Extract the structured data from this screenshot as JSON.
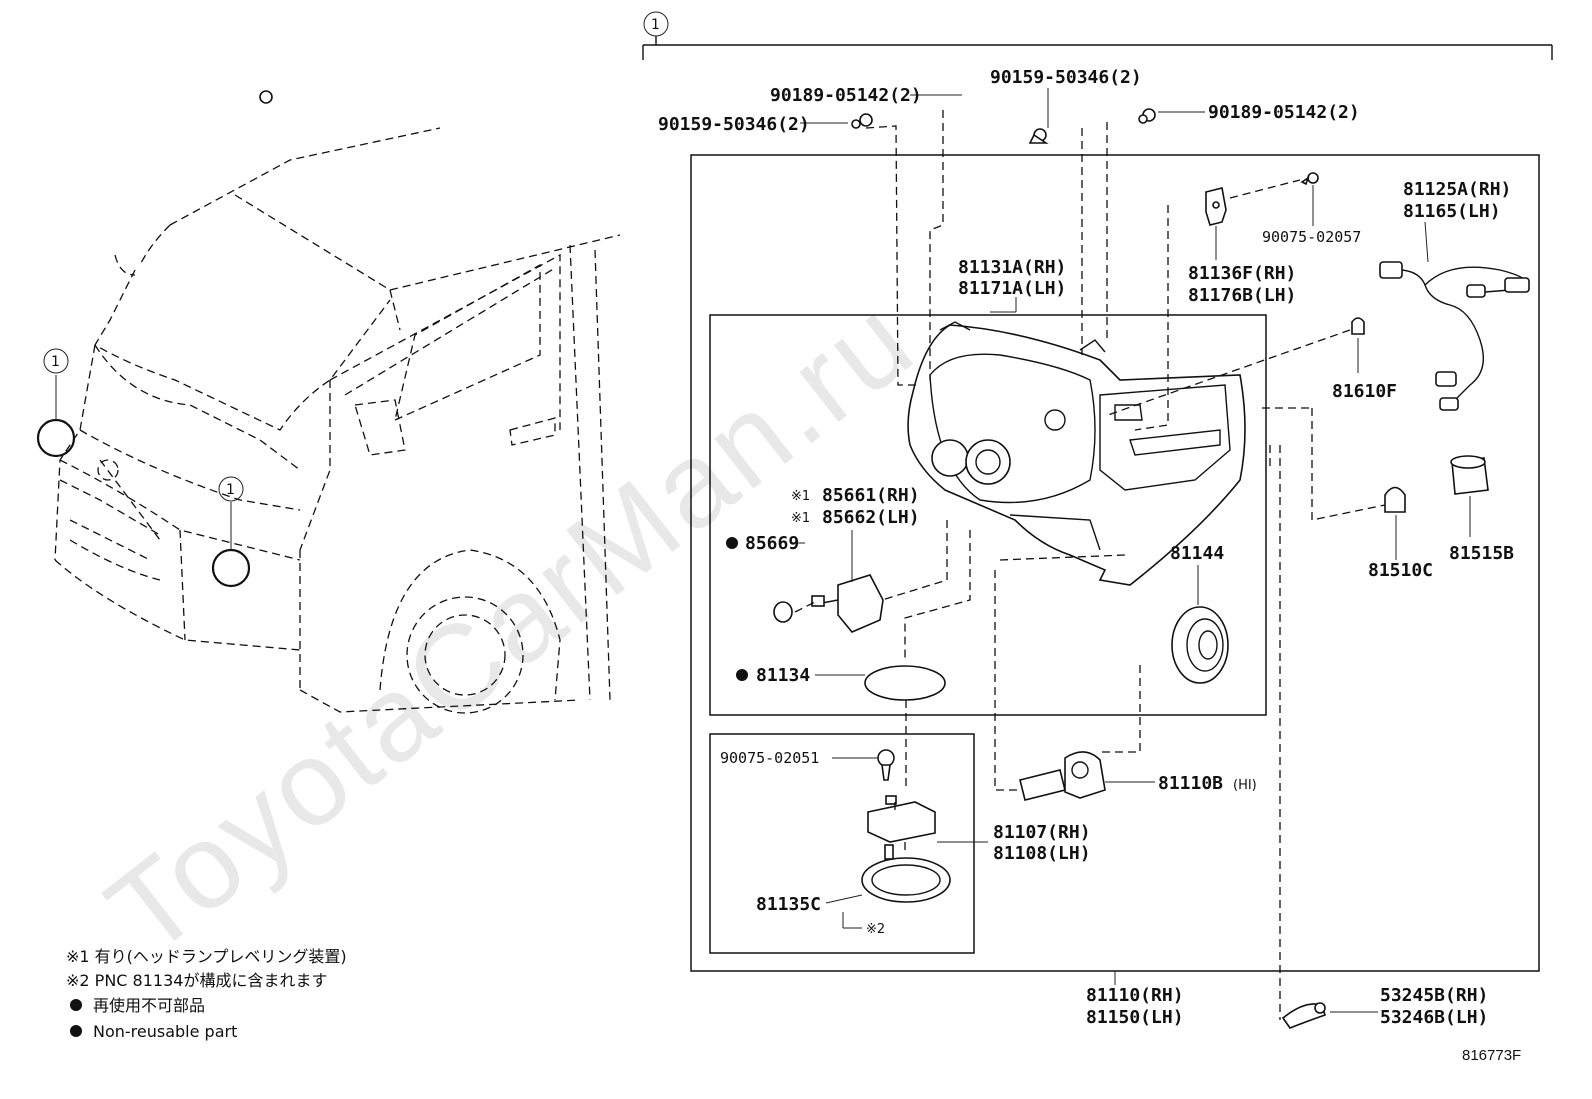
{
  "watermark": "ToyotaCarMan.ru",
  "vehicle": {
    "callout_top": "1",
    "callout_low": "1"
  },
  "header": {
    "callout": "1"
  },
  "parts": {
    "p90189_top": "90189-05142(2)",
    "p90159_left": "90159-50346(2)",
    "p90159_mid": "90159-50346(2)",
    "p90189_right": "90189-05142(2)",
    "p90075_02057": "90075-02057",
    "p81125A": "81125A(RH)",
    "p81165": "81165(LH)",
    "p81131A": "81131A(RH)",
    "p81171A": "81171A(LH)",
    "p81136F": "81136F(RH)",
    "p81176B": "81176B(LH)",
    "p81610F": "81610F",
    "p85661_mark": "※1",
    "p85661": "85661(RH)",
    "p85662_mark": "※1",
    "p85662": "85662(LH)",
    "p85669": "85669",
    "p81144": "81144",
    "p81510C": "81510C",
    "p81515B": "81515B",
    "p81134": "81134",
    "p90075_02051": "90075-02051",
    "p81110B": "81110B",
    "p81110B_note": "(HI)",
    "p81107": "81107(RH)",
    "p81108": "81108(LH)",
    "p81135C": "81135C",
    "p81135C_mark": "※2",
    "p81110": "81110(RH)",
    "p81150": "81150(LH)",
    "p53245B": "53245B(RH)",
    "p53246B": "53246B(LH)"
  },
  "legend": {
    "note1": "※1 有り(ヘッドランプレベリング装置)",
    "note2": "※2 PNC 81134が構成に含まれます",
    "note3": "再使用不可部品",
    "note4": "Non-reusable part"
  },
  "ref_code": "816773F"
}
